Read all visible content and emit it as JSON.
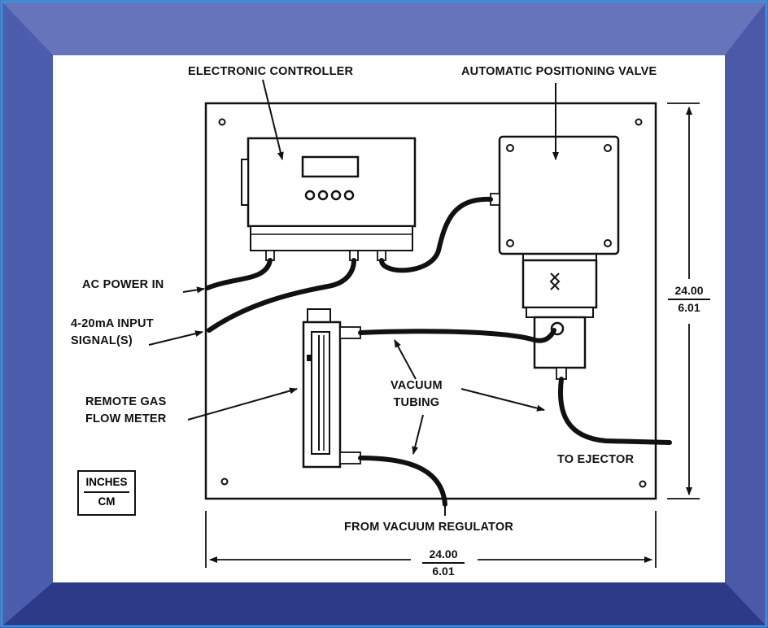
{
  "diagram": {
    "labels": {
      "electronic_controller": "ELECTRONIC CONTROLLER",
      "automatic_positioning_valve": "AUTOMATIC POSITIONING VALVE",
      "ac_power_in": "AC POWER IN",
      "input_signal": "4-20mA INPUT\nSIGNAL(S)",
      "remote_gas_flow_meter": "REMOTE GAS\nFLOW METER",
      "vacuum_tubing": "VACUUM\nTUBING",
      "to_ejector": "TO EJECTOR",
      "from_vacuum_regulator": "FROM VACUUM REGULATOR"
    },
    "dimensions": {
      "height": {
        "inches": "24.00",
        "cm": "6.01"
      },
      "width": {
        "inches": "24.00",
        "cm": "6.01"
      }
    },
    "units_legend": {
      "top": "INCHES",
      "bottom": "CM"
    }
  },
  "colors": {
    "frame_top": "#5f6fb6",
    "frame_sides": "#4a5aaa",
    "frame_bottom": "#2c3a88",
    "panel_background": "#ffffff",
    "ink": "#111111"
  }
}
